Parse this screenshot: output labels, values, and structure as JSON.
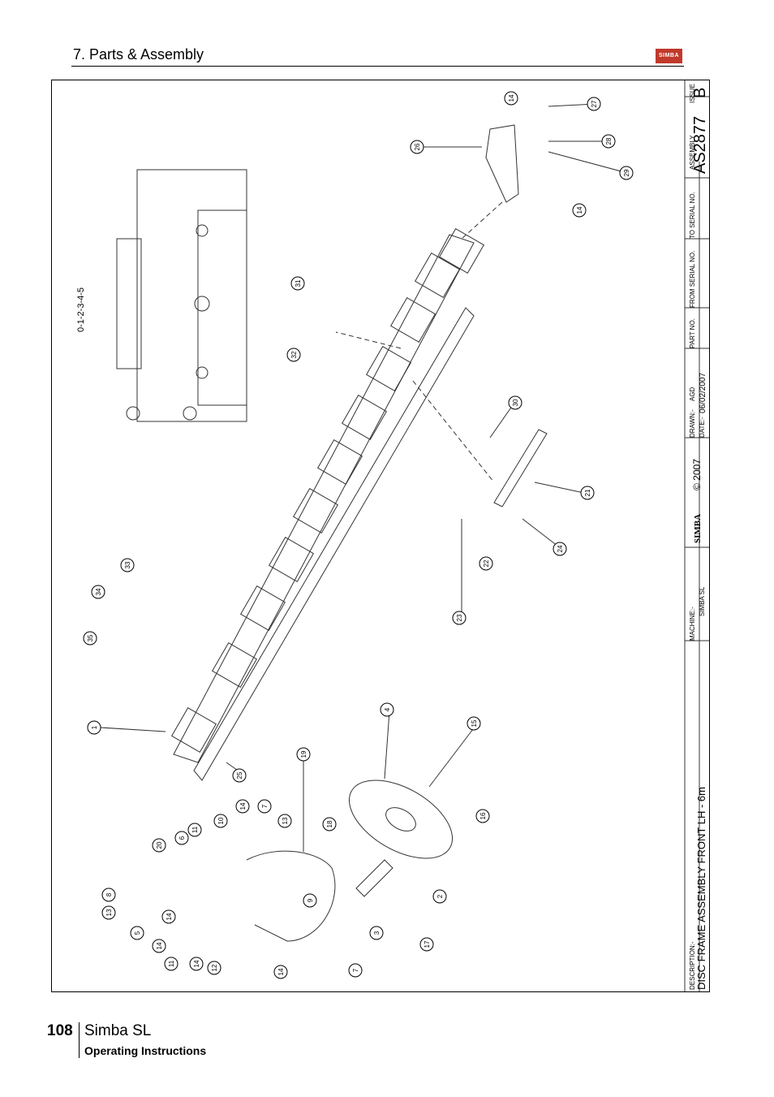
{
  "header": {
    "section_title": "7. Parts & Assembly",
    "logo_text": "SIMBA"
  },
  "title_block": {
    "description_label": "DESCRIPTION:-",
    "description": "DISC FRAME ASSEMBLY FRONT LH - 6m",
    "machine_label": "MACHINE:-",
    "machine": "SIMBA SL",
    "brand": "SIMBA",
    "copyright": "© 2007",
    "drawn_label": "DRAWN:-",
    "drawn": "AGD",
    "date_label": "DATE:-",
    "date": "06/02/2007",
    "part_no_label": "PART NO.",
    "from_serial_label": "FROM SERIAL NO.",
    "to_serial_label": "TO SERIAL NO.",
    "assembly_label": "ASSEMBLY",
    "assembly": "AS2877",
    "issue_label": "ISSUE",
    "issue": "B"
  },
  "drawing": {
    "scale_label": "0-1-2-3-4-5",
    "balloons": [
      "14",
      "27",
      "26",
      "28",
      "29",
      "14",
      "31",
      "32",
      "30",
      "21",
      "24",
      "22",
      "23",
      "33",
      "34",
      "35",
      "1",
      "25",
      "4",
      "15",
      "16",
      "19",
      "18",
      "13",
      "7",
      "14",
      "11",
      "10",
      "6",
      "20",
      "8",
      "13",
      "14",
      "5",
      "14",
      "11",
      "14",
      "12",
      "9",
      "2",
      "17",
      "3",
      "14",
      "7"
    ]
  },
  "footer": {
    "page_number": "108",
    "product": "Simba SL",
    "subtitle": "Operating Instructions"
  },
  "colors": {
    "logo_red": "#c0392b",
    "ink": "#000000",
    "line_gray": "#333333"
  }
}
